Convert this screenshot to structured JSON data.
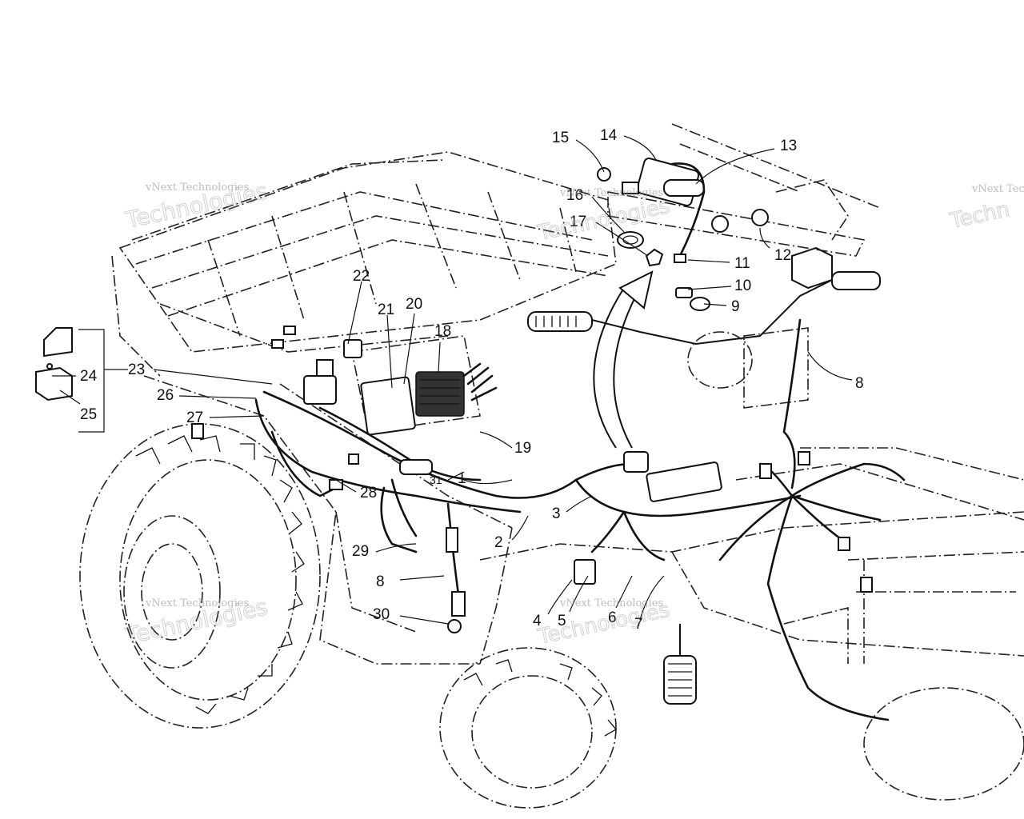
{
  "watermarks": [
    {
      "text": "vNext Technologies"
    },
    {
      "text": "vNext Technologies"
    },
    {
      "text": "vNext Technologies"
    },
    {
      "text": "vNext Technologies"
    },
    {
      "text": "vNext Technologies"
    }
  ],
  "callouts": [
    "1",
    "2",
    "3",
    "4",
    "5",
    "6",
    "7",
    "8",
    "8",
    "9",
    "10",
    "11",
    "12",
    "13",
    "14",
    "15",
    "16",
    "17",
    "18",
    "19",
    "20",
    "21",
    "22",
    "23",
    "24",
    "25",
    "26",
    "27",
    "28",
    "29",
    "30",
    "31"
  ]
}
